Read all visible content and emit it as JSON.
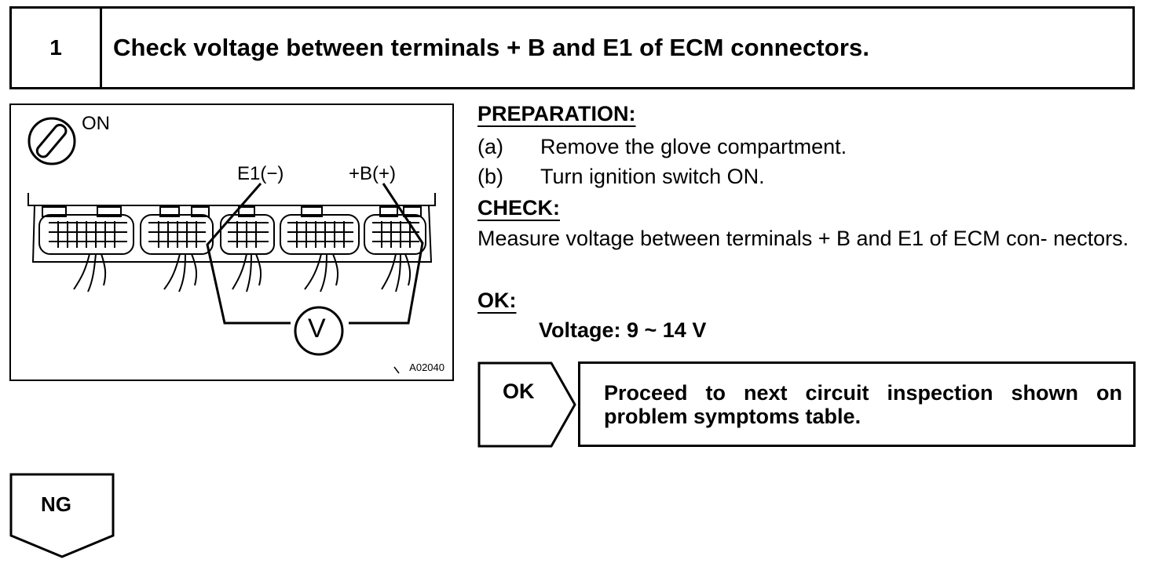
{
  "step": {
    "number": "1",
    "title": "Check voltage between terminals + B and E1 of ECM connectors."
  },
  "figure": {
    "ignition_label": "ON",
    "e1_label": "E1(−)",
    "b_label": "+B(+)",
    "meter_label": "V",
    "figure_code": "A02040",
    "icons": [
      "ignition-switch-icon",
      "ecm-connector-icon",
      "voltmeter-icon"
    ]
  },
  "preparation": {
    "heading": "PREPARATION:",
    "steps": [
      {
        "letter": "(a)",
        "text": "Remove the glove compartment."
      },
      {
        "letter": "(b)",
        "text": "Turn ignition switch ON."
      }
    ]
  },
  "check": {
    "heading": "CHECK:",
    "text": "Measure voltage between terminals + B and E1 of ECM con- nectors."
  },
  "ok": {
    "heading": "OK:",
    "spec": "Voltage:  9 ~ 14 V"
  },
  "ok_result": {
    "label": "OK",
    "text": "Proceed to next circuit inspection shown on problem symptoms table."
  },
  "ng_result": {
    "label": "NG"
  }
}
